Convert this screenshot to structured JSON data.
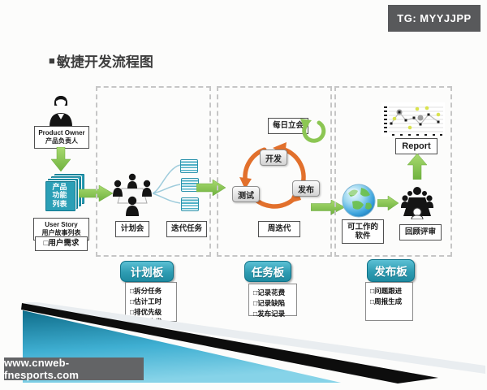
{
  "badge": {
    "label": "TG: MYYJJPP"
  },
  "title": {
    "bullet": "■",
    "text": "敏捷开发流程图"
  },
  "actors": {
    "product_owner": {
      "line_en": "Product Owner",
      "line_zh": "产品负责人"
    },
    "backlog_card": {
      "line1": "产品",
      "line2": "功能",
      "line3": "列表"
    },
    "user_story": {
      "line_en": "User Story",
      "line_zh": "用户故事列表"
    },
    "requirement": "□用户需求"
  },
  "phase_planning": {
    "meeting": "计划会",
    "tasks": "迭代任务"
  },
  "phase_iteration": {
    "daily_standup": "每日立会",
    "develop": "开发",
    "release": "发布",
    "test": "测试",
    "iteration": "周迭代"
  },
  "phase_release": {
    "report": "Report",
    "software_line1": "可工作的",
    "software_line2": "软件",
    "review": "回顾评审"
  },
  "boards": {
    "planning": {
      "title": "计划板",
      "items": [
        "□拆分任务",
        "□估计工时",
        "□排优先级",
        "□规划迭代"
      ]
    },
    "task": {
      "title": "任务板",
      "items": [
        "□记录花费",
        "□记录缺陷",
        "□发布记录"
      ]
    },
    "release": {
      "title": "发布板",
      "items": [
        "□问题跟进",
        "□周报生成"
      ]
    }
  },
  "footer": {
    "watermark": "www.cnweb-fnesports.com"
  },
  "colors": {
    "teal": "#2E9FB5",
    "green_arrow": "#8CC653",
    "orange_cycle": "#E2702C",
    "badge_bg": "#58595B",
    "footer_bar_bg": "#636466"
  }
}
